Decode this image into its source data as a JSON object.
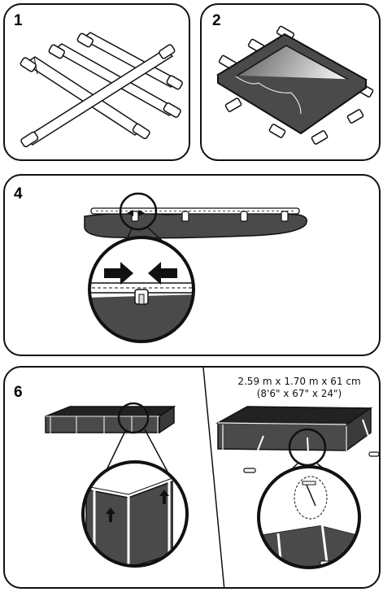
{
  "steps": [
    {
      "number": "1"
    },
    {
      "number": "2"
    },
    {
      "number": "4"
    },
    {
      "number": "6"
    }
  ],
  "dimensions": {
    "metric": "2.59 m x 1.70 m x 61 cm",
    "imperial": "(8'6\" x 67\" x 24\")"
  },
  "colors": {
    "liner": "#4a4a4a",
    "outline": "#111111",
    "strap": "#ffffff"
  }
}
